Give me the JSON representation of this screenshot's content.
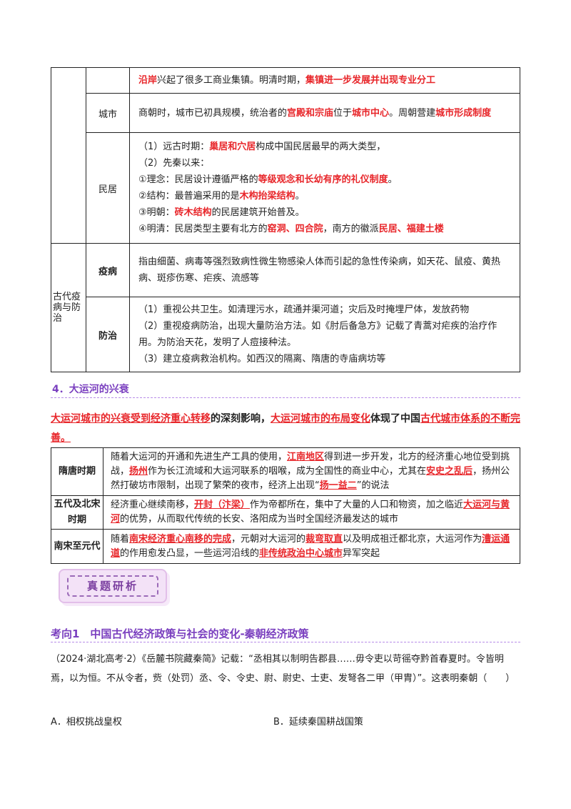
{
  "table1": {
    "row0": {
      "pre": "",
      "r1": "沿岸",
      "m1": "兴起了很多工商业集镇。明清时期，",
      "r2": "集镇进一步发展并出现专业分工"
    },
    "city": {
      "label": "城市",
      "t1": "商朝时，城市已初具规模，统治者的",
      "r1": "宫殿和宗庙",
      "t2": "位于",
      "r2": "城市中心",
      "t3": "。周朝营建",
      "r3": "城市形成制度"
    },
    "minju": {
      "label": "民居",
      "l1a": "（1）远古时期：",
      "l1r": "巢居和穴居",
      "l1b": "构成中国民居最早的两大类型，",
      "l2": "（2）先秦以来：",
      "l3a": "①理念：民居设计遵循严格的",
      "l3r": "等级观念和长幼有序的礼仪制度",
      "l3b": "。",
      "l4a": "②结构：最普遍采用的是",
      "l4r": "木构抬梁结构",
      "l4b": "。",
      "l5a": "③明朝：",
      "l5r": "砖木结构",
      "l5b": "的民居建筑开始普及。",
      "l6a": "④明清：民居类型主要有北方的",
      "l6r": "窑洞、四合院",
      "l6b": "，南方的徽派",
      "l6r2": "民居、福建土楼"
    },
    "group2": "古代疫病与防治",
    "yibing": {
      "label": "疫病",
      "text": "指由细菌、病毒等强烈致病性微生物感染人体而引起的急性传染病，如天花、鼠疫、黄热病、斑疹伤寒、疟疾、流感等"
    },
    "fangzhi": {
      "label": "防治",
      "l1": "（1）重视公共卫生。如清理污水，疏通并渠河道；灾后及时掩埋尸体，发放药物",
      "l2": "（2）重视疫病防治，出现大量防治方法。如《肘后备急方》记载了青蒿对疟疾的治疗作用。为防治天花，发明了人痘接种法。",
      "l3": "（3）建立疫病救治机构。如西汉的隔离、隋唐的寺庙病坊等"
    }
  },
  "section4": {
    "heading": "4．大运河的兴衰",
    "intro": {
      "r1": "大运河城市的兴衰受到经济重心转移",
      "t1": "的深刻影响，",
      "r2": "大运河城市的布局变化",
      "t2": "体现了中国",
      "r3": "古代城市体系的不断完善。"
    }
  },
  "table2": [
    {
      "period": "隋唐时期",
      "a": "随着大运河的开通和先进生产工具的使用，",
      "r1": "江南地区",
      "b": "得到进一步开发，北方的经济重心地位受到挑战，",
      "r2": "扬州",
      "c": "作为长江流域和大运河联系的咽喉，成为全国性的商业中心，尤其在",
      "r3": "安史之乱后",
      "d": "，扬州公然打破坊市限制，出现了繁荣的夜市，经济上出现“",
      "r4": "扬一益二",
      "e": "”的说法"
    },
    {
      "period": "五代及北宋时期",
      "a": "经济重心继续南移，",
      "r1": "开封（汴梁）",
      "b": "作为帝都所在，集中了大量的人口和物资，加之临近",
      "r2": "大运河与黄河",
      "c": "的优势，从而取代传统的长安、洛阳成为当时全国经济最发达的城市"
    },
    {
      "period": "南宋至元代",
      "a": "随着",
      "r1": "南宋经济重心南移的完成",
      "b": "，元朝对大运河的",
      "r2": "裁弯取直",
      "c": "以及明成祖迁都北京，大运河作为",
      "r3": "漕运通道",
      "d": "的作用愈发凸显，一些运河沿线的",
      "r4": "非传统政治中心城市",
      "e": "异军突起"
    }
  ],
  "badge": "真题研析",
  "kaoxiang": "考向1　中国古代经济政策与社会的变化-秦朝经济政策",
  "question": {
    "stem": "（2024·湖北高考·2）《岳麓书院藏秦简》记载：“丞相其以制明告郡县……毋令吏以苛徭夺黔首春夏时。令皆明焉，以为恒。不从令者，赀（处罚）丞、令、令史、尉、尉史、士吏、发弩各二甲（甲胄）”。这表明秦朝（　　）",
    "optA": "A．相权挑战皇权",
    "optB": "B．延续秦国耕战国策"
  }
}
